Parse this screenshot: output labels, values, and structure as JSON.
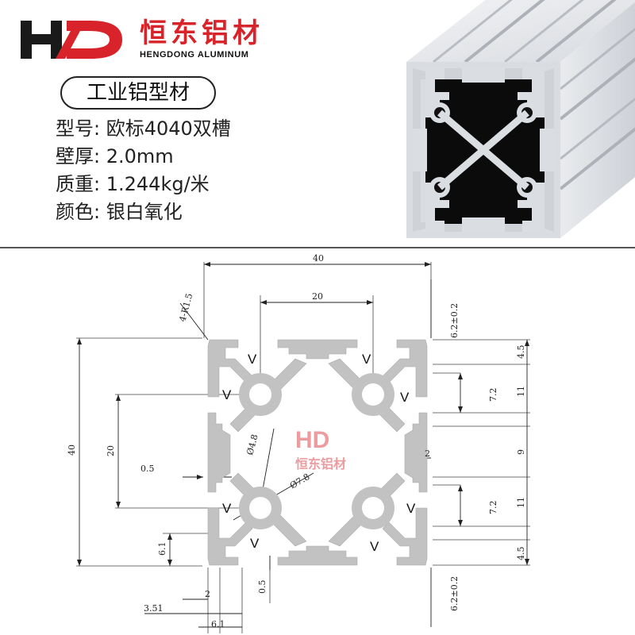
{
  "brand": {
    "logo_text": "HD",
    "name_cn": "恒东铝材",
    "name_en": "HENGDONG ALUMINUM",
    "red": "#d8232a",
    "black": "#1a1a1a"
  },
  "product": {
    "category": "工业铝型材",
    "specs": [
      {
        "label": "型号:",
        "value": "欧标4040双槽"
      },
      {
        "label": "壁厚:",
        "value": "2.0mm"
      },
      {
        "label": "质重:",
        "value": "1.244kg/米"
      },
      {
        "label": "颜色:",
        "value": "银白氧化"
      }
    ]
  },
  "drawing": {
    "profile_color": "#c2c2c2",
    "watermark_logo": "HD",
    "watermark_text": "恒东铝材",
    "weld_mark": "V",
    "dims": {
      "top_width": "40",
      "top_slot": "20",
      "corner_radius": "4-R1.5",
      "left_height": "40",
      "left_slot": "20",
      "left_slot_lip": "0.5",
      "left_bottom": "6.1",
      "bottom_2": "2",
      "bottom_351": "3.51",
      "bottom_61": "6.1",
      "bottom_05": "0.5",
      "hole_d48": "Ø4.8",
      "hole_d78": "Ø7.8",
      "mid_wall": "2",
      "right_top_tol": "6.2±0.2",
      "right_bottom_tol": "6.2±0.2",
      "right_45_top": "4.5",
      "right_72_top": "7.2",
      "right_11_top": "11",
      "right_9": "9",
      "right_72_bottom": "7.2",
      "right_11_bottom": "11",
      "right_45_bottom": "4.5"
    }
  }
}
